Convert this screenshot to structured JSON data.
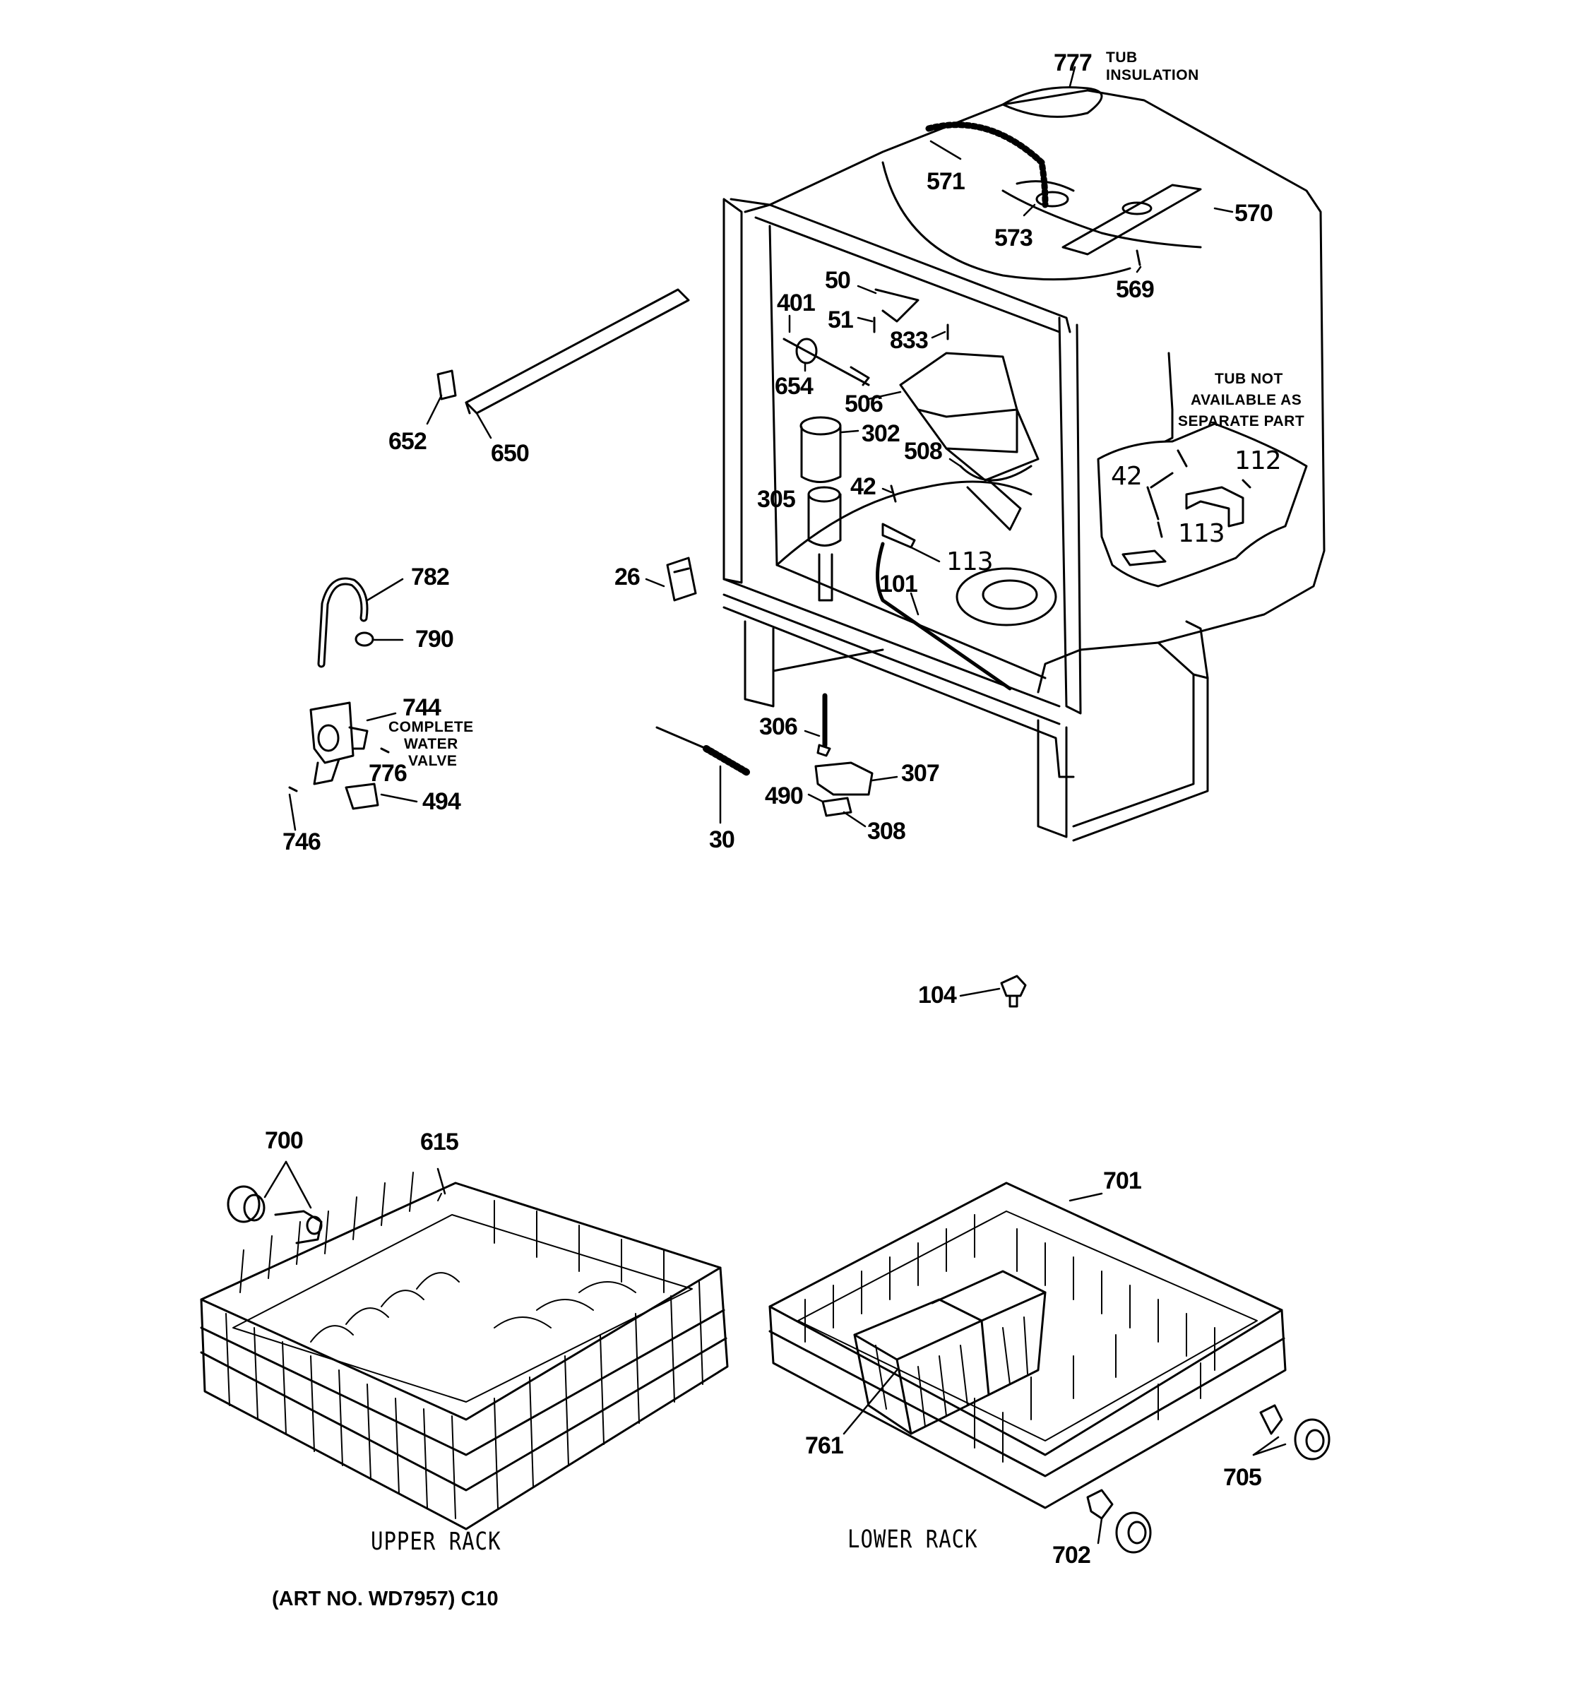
{
  "labels": {
    "l777": "777",
    "l571": "571",
    "l573": "573",
    "l570": "570",
    "l569": "569",
    "l50": "50",
    "l401": "401",
    "l51": "51",
    "l833": "833",
    "l654": "654",
    "l506": "506",
    "l302": "302",
    "l508": "508",
    "l42a": "42",
    "l305": "305",
    "l113a": "113",
    "l101": "101",
    "l26": "26",
    "l652": "652",
    "l650": "650",
    "l782": "782",
    "l790": "790",
    "l744": "744",
    "l776": "776",
    "l494": "494",
    "l746": "746",
    "l30": "30",
    "l306": "306",
    "l307": "307",
    "l490": "490",
    "l308": "308",
    "l42b": "42",
    "l112": "112",
    "l113b": "113",
    "l104": "104",
    "l700": "700",
    "l615": "615",
    "l701": "701",
    "l761": "761",
    "l705": "705",
    "l702": "702"
  },
  "notes": {
    "tub_insulation_1": "TUB",
    "tub_insulation_2": "INSULATION",
    "tub_not_1": "TUB NOT",
    "tub_not_2": "AVAILABLE AS",
    "tub_not_3": "SEPARATE PART",
    "valve_1": "COMPLETE",
    "valve_2": "WATER",
    "valve_3": "VALVE"
  },
  "captions": {
    "upper_rack": "UPPER RACK",
    "lower_rack": "LOWER RACK",
    "art_no": "(ART NO. WD7957) C10"
  }
}
